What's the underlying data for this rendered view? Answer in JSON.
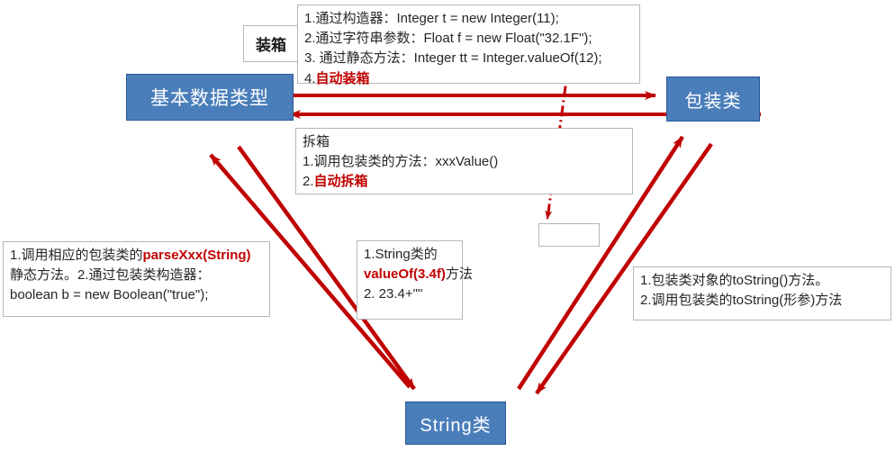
{
  "diagram": {
    "title_nodes": {
      "primitive": "基本数据类型",
      "wrapper": "包装类",
      "string": "String类"
    },
    "labels": {
      "boxing": "装箱"
    },
    "boxing_note": {
      "lines": [
        {
          "text": "1.通过构造器：Integer t = new Integer(11);",
          "style": "normal"
        },
        {
          "text": "2.通过字符串参数：Float f = new Float(\"32.1F\");",
          "style": "normal"
        },
        {
          "text": "3. 通过静态方法：Integer tt = Integer.valueOf(12);",
          "style": "normal"
        },
        {
          "prefix": "4.",
          "text": "自动装箱",
          "style": "red-bold"
        }
      ]
    },
    "unboxing_note": {
      "lines": [
        {
          "text": "拆箱",
          "style": "normal"
        },
        {
          "text": "1.调用包装类的方法：xxxValue()",
          "style": "normal"
        },
        {
          "prefix": "2.",
          "text": "自动拆箱",
          "style": "red-bold"
        }
      ]
    },
    "string_to_primitive_note": {
      "line1_a": "1.调用相应的包装类的",
      "line1_b": "parseXxx(String)",
      "line2": "静态方法。2.通过包装类构造器：",
      "line3": "boolean b = new Boolean(\"true\");"
    },
    "primitive_to_string_note": {
      "line1": "1.String类的",
      "line2_a": "valueOf(3.4f)",
      "line2_b": "方法",
      "line3": "2. 23.4+\"\""
    },
    "wrapper_to_string_note": {
      "line1": "1.包装类对象的toString()方法。",
      "line2": "2.调用包装类的toString(形参)方法"
    },
    "empty_box": {
      "text": ""
    },
    "colors": {
      "arrow_red": "#c00000",
      "node_blue_fill": "#4a7ebb",
      "node_blue_border": "#2b5694",
      "note_border": "#b6b6b6",
      "text_dark": "#262626"
    }
  }
}
